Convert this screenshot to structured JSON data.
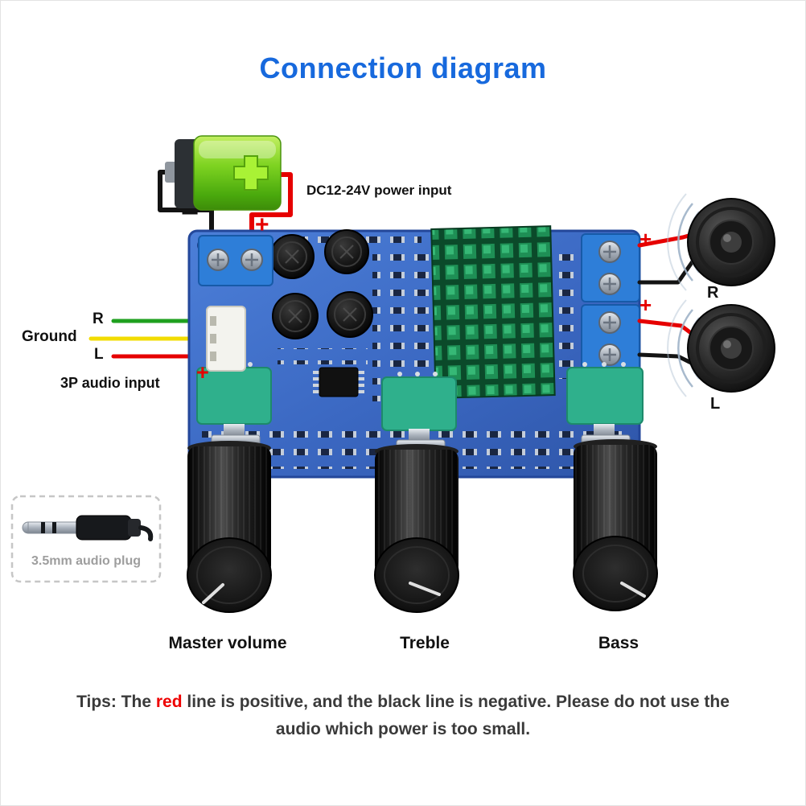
{
  "title": "Connection diagram",
  "power": {
    "label": "DC12-24V power input",
    "minus": "−",
    "plus": "+"
  },
  "audio_in": {
    "r": "R",
    "ground": "Ground",
    "l": "L",
    "label": "3P audio input",
    "plus": "+"
  },
  "speakers": {
    "r": "R",
    "l": "L",
    "plus_r": "+",
    "plus_l": "+"
  },
  "plug": {
    "label": "3.5mm audio plug"
  },
  "knobs": [
    {
      "label": "Master volume"
    },
    {
      "label": "Treble"
    },
    {
      "label": "Bass"
    }
  ],
  "tips": {
    "part1": "Tips: The ",
    "red_word": "red",
    "part2": " line is positive, and the black line is negative. Please do not use the",
    "line2": "audio which power is too small."
  },
  "colors": {
    "title_blue": "#1769dd",
    "wire_red": "#e60000",
    "wire_black": "#131313",
    "wire_green": "#1fa01f",
    "wire_yellow": "#f2dc00",
    "pcb_blue": "#3b68c2",
    "heatsink_green": "#1e8f55",
    "pot_teal": "#2fb08c",
    "terminal_blue": "#2e7ed8"
  }
}
